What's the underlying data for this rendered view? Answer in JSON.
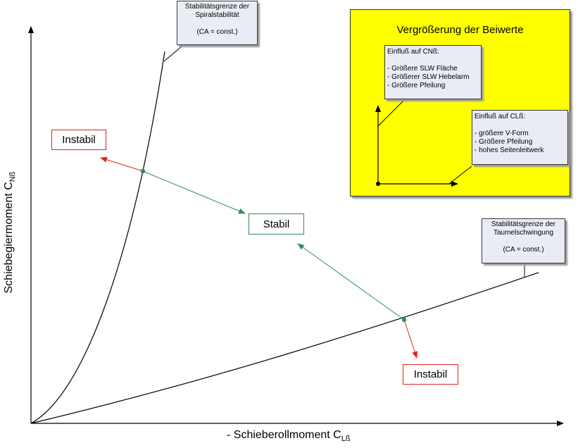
{
  "axes": {
    "x_label": "- Schieberollmoment C",
    "x_sub": "Lß",
    "y_label": "Schiebegiermoment C",
    "y_sub": "Nß"
  },
  "regions": {
    "unstable_top": "Instabil",
    "stable": "Stabil",
    "unstable_bottom": "Instabil"
  },
  "spiral_note": {
    "line1": "Stabilitätsgrenze der",
    "line2": "Spiralstabilität",
    "line3": "(CA = const.)"
  },
  "dutch_note": {
    "line1": "Stabilitätsgrenze der",
    "line2": "Taumelschwingung",
    "line3": "(CA = const.)"
  },
  "inset": {
    "title": "Vergrößerung der Beiwerte",
    "cn": {
      "heading": "Einfluß auf CNß:",
      "items": [
        "- Größere SLW Fläche",
        "- Größerer SLW Hebelarm",
        "- Größere Pfeilung"
      ]
    },
    "cl": {
      "heading": "Einfluß auf CLß:",
      "items": [
        "- größere V-Form",
        "- Größere Pfeilung",
        "- hohes Seitenleitwerk"
      ]
    }
  },
  "colors": {
    "unstable": "#e02020",
    "stable": "#2f8f5a",
    "inset_bg": "#ffff00",
    "note_bg": "#e9ecf4"
  }
}
